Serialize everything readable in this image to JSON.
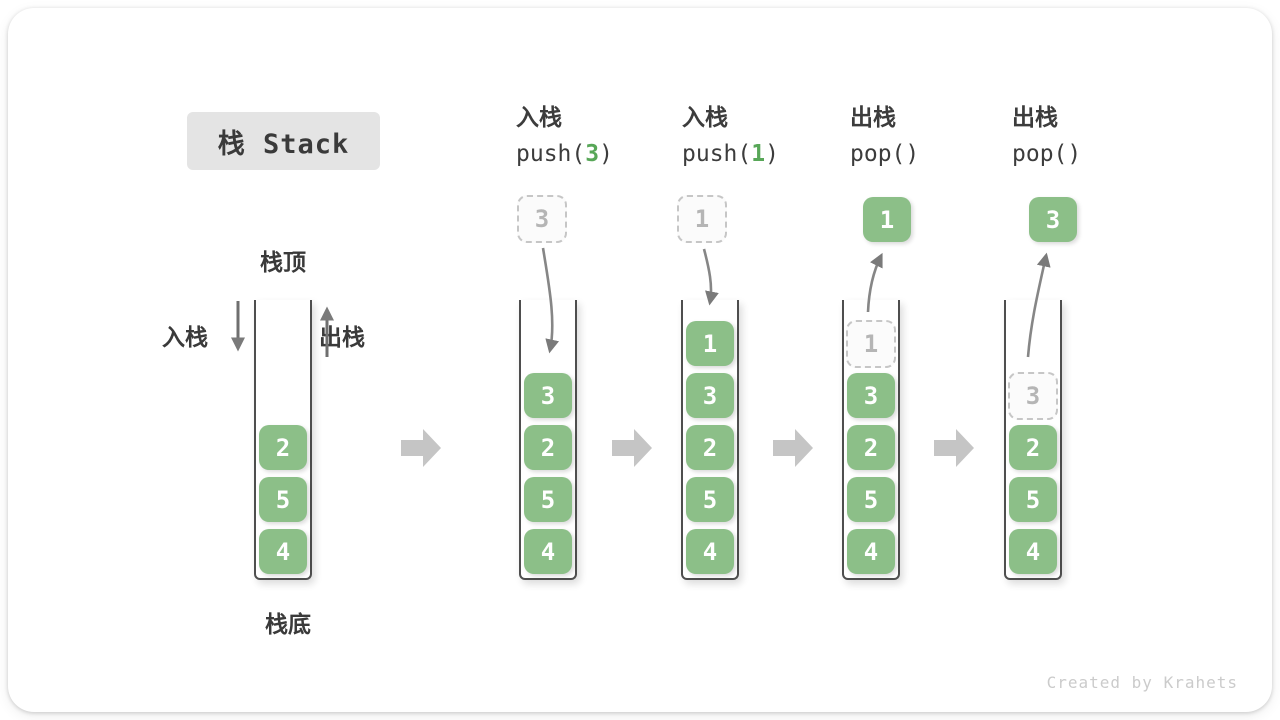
{
  "title": "栈 Stack",
  "watermark": "Created by Krahets",
  "labels": {
    "stack_top": "栈顶",
    "stack_bottom": "栈底",
    "push": "入栈",
    "pop": "出栈"
  },
  "stages": [
    {
      "stack": {
        "cells": [
          {
            "value": "2"
          },
          {
            "value": "5"
          },
          {
            "value": "4"
          }
        ]
      }
    },
    {
      "operation": {
        "name": "入栈",
        "code_pre": "push(",
        "code_arg": "3",
        "code_post": ")"
      },
      "floating": {
        "value": "3",
        "style": "ghost-dashed"
      },
      "arrow": "curved-down-into-stack",
      "stack": {
        "cells": [
          {
            "value": "3"
          },
          {
            "value": "2"
          },
          {
            "value": "5"
          },
          {
            "value": "4"
          }
        ]
      }
    },
    {
      "operation": {
        "name": "入栈",
        "code_pre": "push(",
        "code_arg": "1",
        "code_post": ")"
      },
      "floating": {
        "value": "1",
        "style": "ghost-dashed"
      },
      "arrow": "curved-down-into-stack",
      "stack": {
        "cells": [
          {
            "value": "1"
          },
          {
            "value": "3"
          },
          {
            "value": "2"
          },
          {
            "value": "5"
          },
          {
            "value": "4"
          }
        ]
      }
    },
    {
      "operation": {
        "name": "出栈",
        "code_pre": "pop(",
        "code_arg": "",
        "code_post": ")"
      },
      "floating": {
        "value": "1",
        "style": "solid-green"
      },
      "arrow": "curved-up-out-of-stack",
      "stack": {
        "cells": [
          {
            "value": "1",
            "ghost": true
          },
          {
            "value": "3"
          },
          {
            "value": "2"
          },
          {
            "value": "5"
          },
          {
            "value": "4"
          }
        ]
      }
    },
    {
      "operation": {
        "name": "出栈",
        "code_pre": "pop(",
        "code_arg": "",
        "code_post": ")"
      },
      "floating": {
        "value": "3",
        "style": "solid-green"
      },
      "arrow": "curved-up-out-of-stack",
      "stack": {
        "cells": [
          {
            "value": "3",
            "ghost": true
          },
          {
            "value": "2"
          },
          {
            "value": "5"
          },
          {
            "value": "4"
          }
        ]
      }
    }
  ],
  "colors": {
    "cell_green": "#8cbf88",
    "code_arg_green": "#58a758",
    "title_badge_bg": "#e4e4e4",
    "text_dark": "#3c3c3c",
    "arrow_gray": "#7a7a7a",
    "flow_arrow_gray": "#c5c5c5",
    "ghost_border_gray": "#c6c6c6",
    "ghost_text_gray": "#b5b5b5"
  }
}
